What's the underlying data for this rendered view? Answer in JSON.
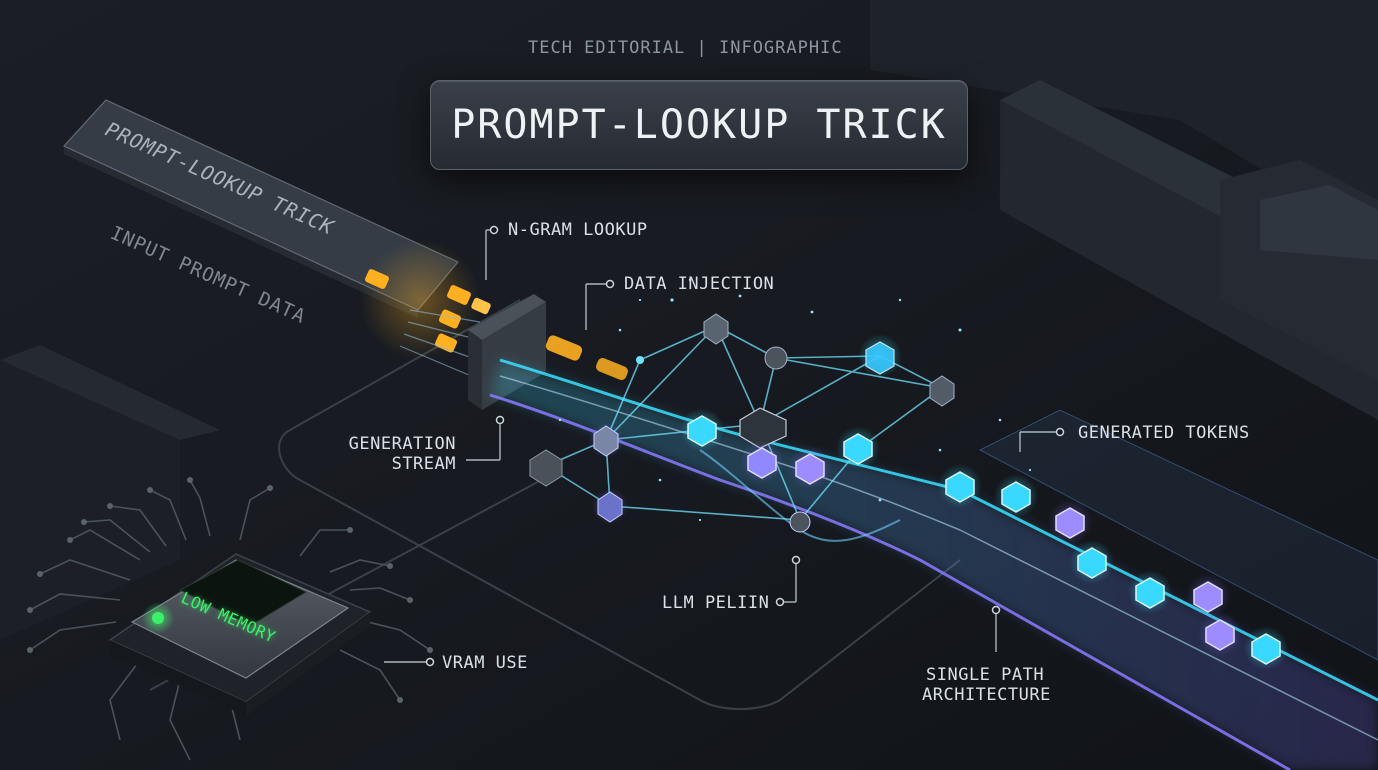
{
  "header": {
    "eyebrow": "TECH EDITORIAL | INFOGRAPHIC",
    "title": "PROMPT-LOOKUP TRICK"
  },
  "input_card": {
    "text": "PROMPT-LOOKUP TRICK",
    "caption": "INPUT PROMPT DATA"
  },
  "callouts": {
    "ngram_lookup": "N-GRAM LOOKUP",
    "data_injection": "DATA INJECTION",
    "generation_stream_line1": "GENERATION",
    "generation_stream_line2": "STREAM",
    "generated_tokens": "GENERATED TOKENS",
    "llm_pipeline": "LLM PELIIN",
    "single_path_line1": "SINGLE PATH",
    "single_path_line2": "ARCHITECTURE",
    "vram_use": "VRAM USE"
  },
  "chip": {
    "screen_text": "LOW MEMORY"
  },
  "colors": {
    "background": "#15181d",
    "stream_cyan": "#38e1ff",
    "stream_violet": "#7b6cff",
    "token_amber": "#ffb020",
    "led_green": "#3cf06a"
  }
}
